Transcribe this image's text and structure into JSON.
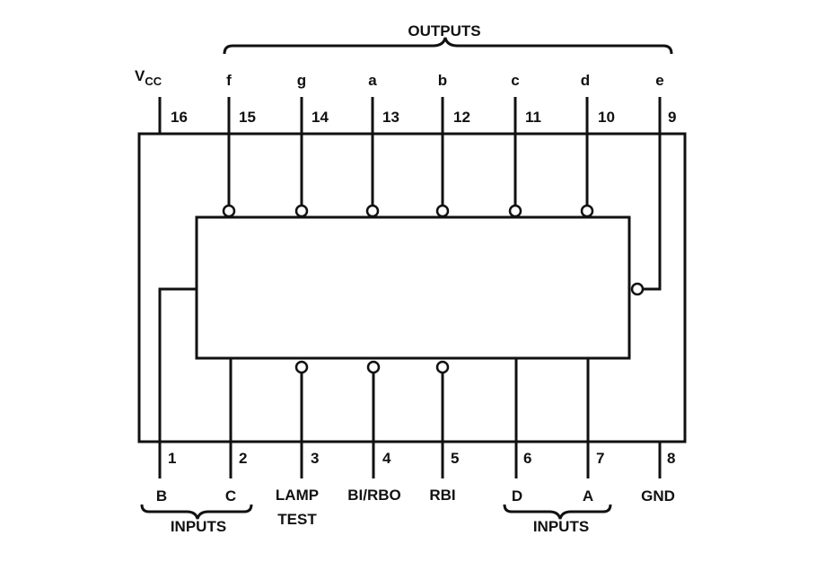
{
  "diagram": {
    "top_group_label": "OUTPUTS",
    "vcc": {
      "main": "V",
      "sub": "CC"
    },
    "top_pins": [
      {
        "number": "16",
        "signal": ""
      },
      {
        "number": "15",
        "signal": "f"
      },
      {
        "number": "14",
        "signal": "g"
      },
      {
        "number": "13",
        "signal": "a"
      },
      {
        "number": "12",
        "signal": "b"
      },
      {
        "number": "11",
        "signal": "c"
      },
      {
        "number": "10",
        "signal": "d"
      },
      {
        "number": "9",
        "signal": "e"
      }
    ],
    "bottom_pins": [
      {
        "number": "1",
        "signal": "B"
      },
      {
        "number": "2",
        "signal": "C"
      },
      {
        "number": "3",
        "signal": "LAMP",
        "signal2": "TEST"
      },
      {
        "number": "4",
        "signal": "BI/RBO"
      },
      {
        "number": "5",
        "signal": "RBI"
      },
      {
        "number": "6",
        "signal": "D"
      },
      {
        "number": "7",
        "signal": "A"
      },
      {
        "number": "8",
        "signal": "GND"
      }
    ],
    "bottom_left_group_label": "INPUTS",
    "bottom_right_group_label": "INPUTS",
    "colors": {
      "line": "#111111",
      "background": "#ffffff"
    }
  }
}
